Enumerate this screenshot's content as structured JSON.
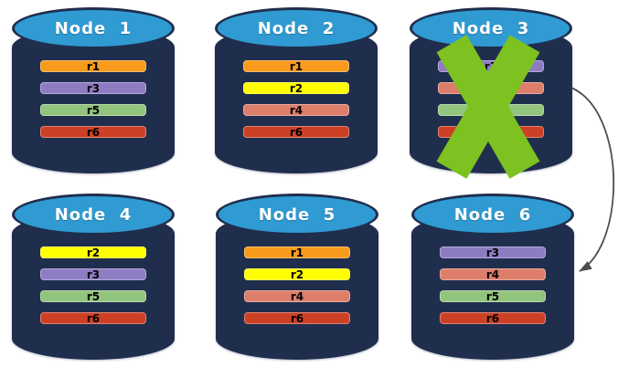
{
  "diagram": {
    "arrow": {
      "from": "Node  3",
      "to": "Node  6",
      "meaning": "replicas move from failed node to node 6"
    }
  },
  "palette": {
    "background": "#FFFFFF",
    "cylinder_body": "#202E4E",
    "cylinder_top": "#2F9BD2",
    "title_text": "#FFFFFF",
    "bar_text": "#000000",
    "failure_x": "#7DC220",
    "arrow": "#4D4D4D",
    "replica_colors": {
      "r1": "#F89B1C",
      "r2": "#FFFF00",
      "r3": "#8E7CC3",
      "r4": "#DD7E6B",
      "r5": "#93C47D",
      "r6": "#CC4125"
    }
  },
  "nodes": [
    {
      "title": "Node  1",
      "failed": false,
      "replicas": [
        "r1",
        "r3",
        "r5",
        "r6"
      ]
    },
    {
      "title": "Node  2",
      "failed": false,
      "replicas": [
        "r1",
        "r2",
        "r4",
        "r6"
      ]
    },
    {
      "title": "Node  3",
      "failed": true,
      "replicas": [
        "r3",
        "r4",
        "r5",
        "r6"
      ]
    },
    {
      "title": "Node  4",
      "failed": false,
      "replicas": [
        "r2",
        "r3",
        "r5",
        "r6"
      ]
    },
    {
      "title": "Node  5",
      "failed": false,
      "replicas": [
        "r1",
        "r2",
        "r4",
        "r6"
      ]
    },
    {
      "title": "Node  6",
      "failed": false,
      "replicas": [
        "r3",
        "r4",
        "r5",
        "r6"
      ]
    }
  ]
}
